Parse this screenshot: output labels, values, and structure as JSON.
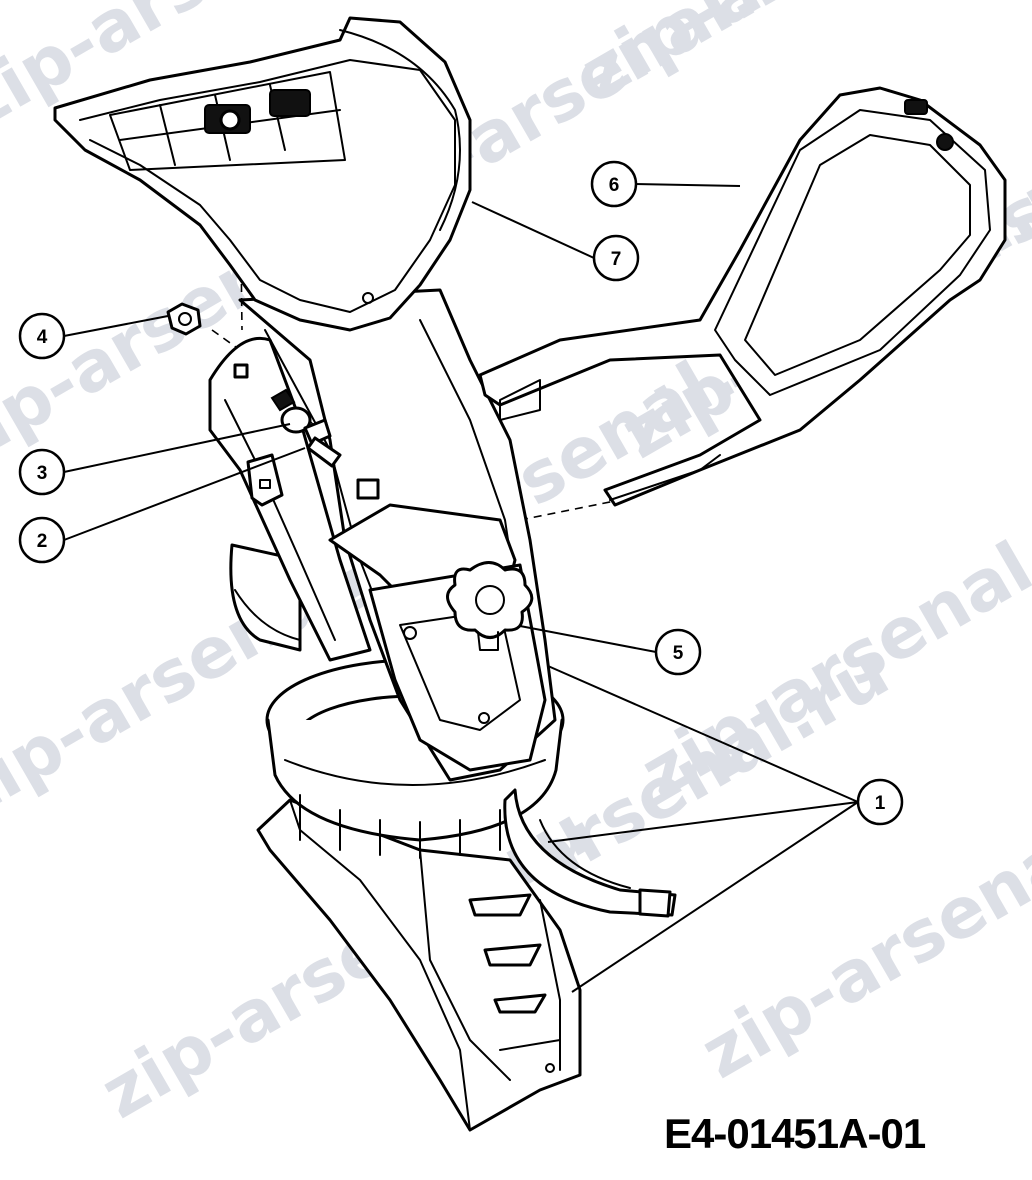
{
  "watermark": {
    "text": "zip-arsenal.ru",
    "color": "#dcdfe6"
  },
  "diagram": {
    "drawing_code": "E4-01451A-01",
    "callouts": [
      {
        "id": "callout-1",
        "label": "1"
      },
      {
        "id": "callout-2",
        "label": "2"
      },
      {
        "id": "callout-3",
        "label": "3"
      },
      {
        "id": "callout-4",
        "label": "4"
      },
      {
        "id": "callout-5",
        "label": "5"
      },
      {
        "id": "callout-6",
        "label": "6"
      },
      {
        "id": "callout-7",
        "label": "7"
      }
    ]
  }
}
